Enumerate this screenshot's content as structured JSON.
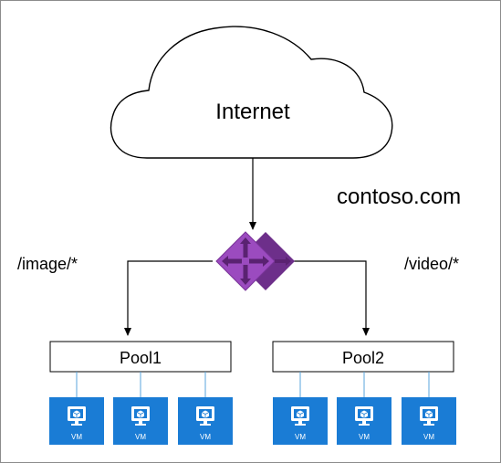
{
  "cloud": {
    "label": "Internet"
  },
  "domain": {
    "label": "contoso.com"
  },
  "gateway": {
    "icon": "application-gateway-icon",
    "color": "#8b3fa8"
  },
  "routes": {
    "left": "/image/*",
    "right": "/video/*"
  },
  "pools": [
    {
      "label": "Pool1",
      "vms": [
        "VM",
        "VM",
        "VM"
      ]
    },
    {
      "label": "Pool2",
      "vms": [
        "VM",
        "VM",
        "VM"
      ]
    }
  ],
  "colors": {
    "vm_tile": "#1a7cd5",
    "connector": "#5aa6dc",
    "gateway": "#8b3fa8"
  }
}
